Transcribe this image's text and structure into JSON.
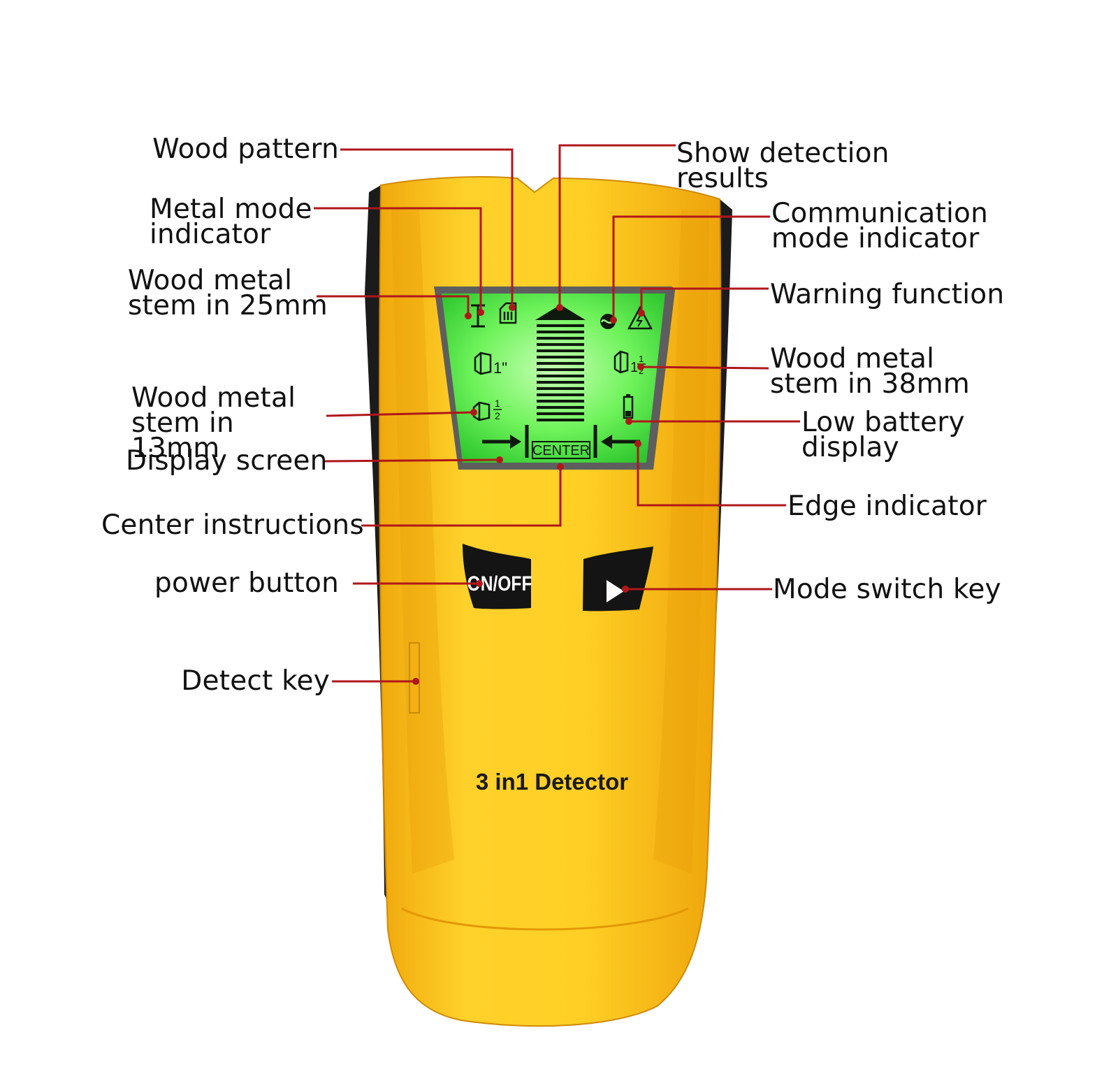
{
  "colors": {
    "body_yellow": "#f9c10e",
    "body_yellow_light": "#ffd845",
    "body_orange": "#f2a40a",
    "grip_black": "#1b1b1b",
    "lcd_green": "#5ef04a",
    "lcd_glow": "#c7ffb4",
    "lcd_ink": "#0d1a0d",
    "leader_line": "#b0171b"
  },
  "labels": {
    "wood_pattern": "Wood pattern",
    "metal_mode": "Metal mode\nindicator",
    "stem_25mm": "Wood metal\nstem in 25mm",
    "stem_13mm": "Wood metal\nstem in 13mm",
    "display_screen": "Display screen",
    "center_instructions": "Center instructions",
    "power_button": "power button",
    "detect_key": "Detect key",
    "show_results": "Show detection results",
    "communication_mode": "Communication\nmode indicator",
    "warning_function": "Warning function",
    "stem_38mm": "Wood metal\nstem in 38mm",
    "low_battery": "Low battery\ndisplay",
    "edge_indicator": "Edge indicator",
    "mode_switch": "Mode switch key"
  },
  "device": {
    "product_name": "3 in1 Detector",
    "power_key_text": "ON/OFF",
    "center_text": "CENTER",
    "size_1in": "1\"",
    "size_half_num": "1",
    "size_half_den": "2",
    "size_1half_whole": "1",
    "size_1half_num": "1",
    "size_1half_den": "2"
  },
  "icons": {
    "metal": "i-beam-icon",
    "wood": "wood-block-icon",
    "ac_wire": "ac-wave-icon",
    "warning": "high-voltage-warning-icon",
    "battery": "low-battery-icon",
    "mode_key": "play-triangle-icon",
    "arrow_left_in": "arrow-right-icon",
    "arrow_right_in": "arrow-left-icon"
  }
}
